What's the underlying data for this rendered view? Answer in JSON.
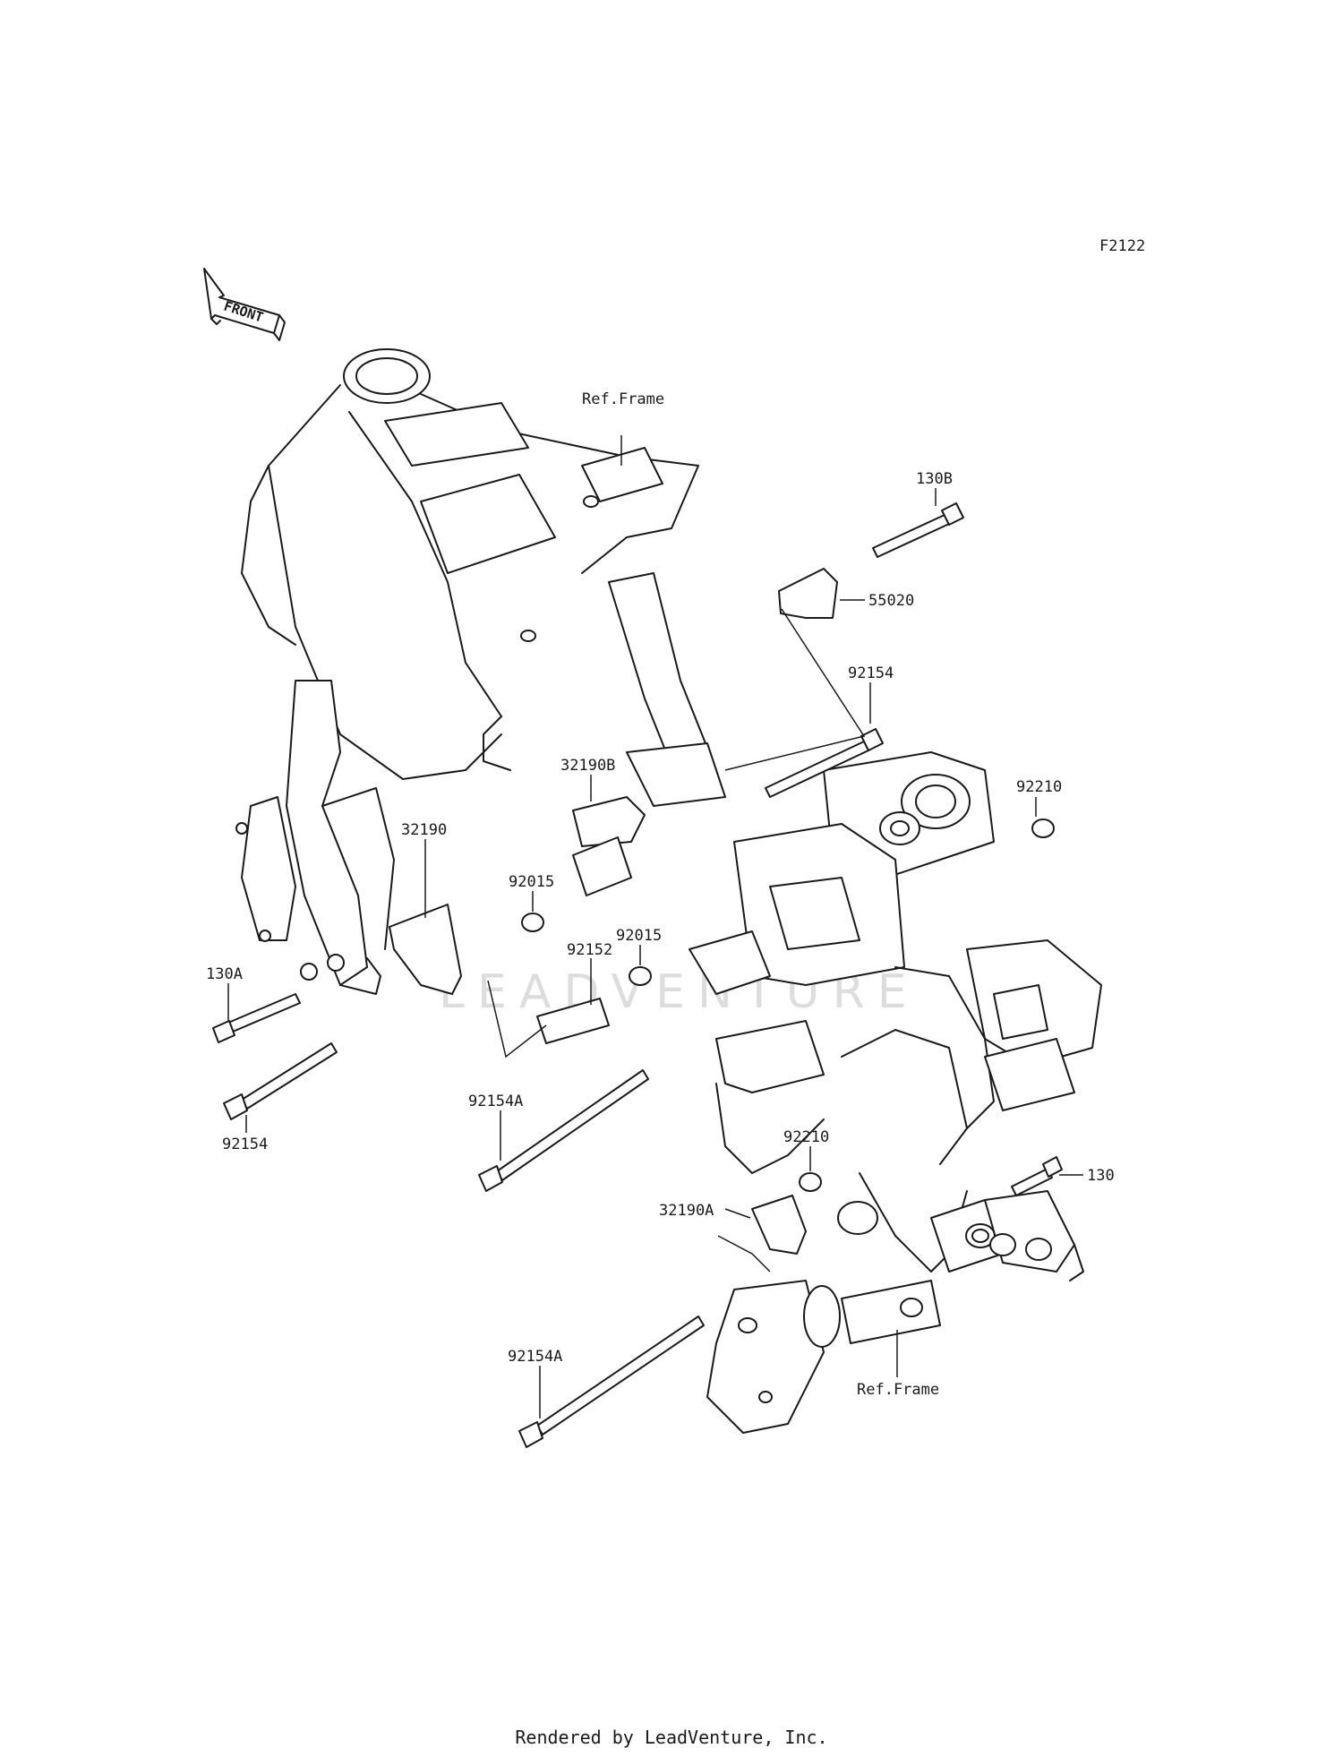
{
  "diagram_code": "F2122",
  "direction_label": "FRONT",
  "watermark": "LEADVENTURE",
  "footer": "Rendered by LeadVenture, Inc.",
  "labels": {
    "ref_frame_top": "Ref.Frame",
    "ref_frame_bottom": "Ref.Frame",
    "p130B": "130B",
    "p55020": "55020",
    "p92154_top": "92154",
    "p92210_top": "92210",
    "p32190B": "32190B",
    "p32190": "32190",
    "p92015_left": "92015",
    "p92015_right": "92015",
    "p92152": "92152",
    "p130A": "130A",
    "p92154_left": "92154",
    "p92154A_mid": "92154A",
    "p92210_mid": "92210",
    "p32190A": "32190A",
    "p130": "130",
    "p92154A_bottom": "92154A"
  }
}
